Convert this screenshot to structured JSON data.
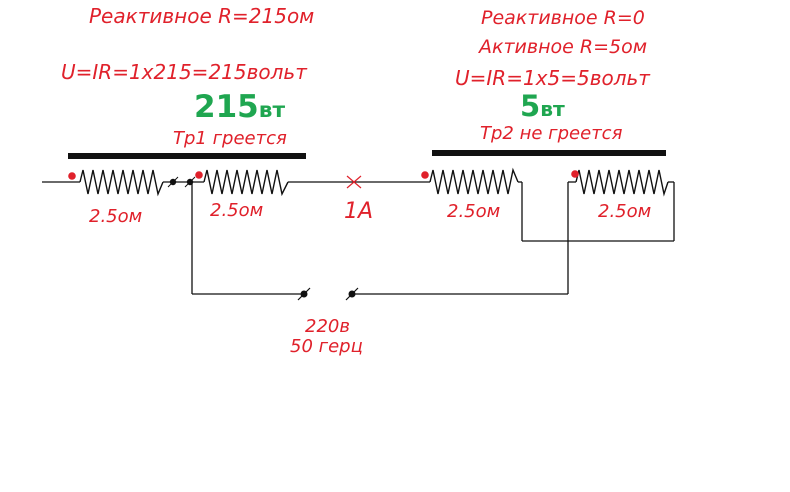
{
  "colors": {
    "accent_red": "#e0212b",
    "power_green": "#1fa650",
    "wire": "#111111",
    "terminal_dot": "#e0212b"
  },
  "left_transformer": {
    "reactive_text": "Реактивное R=215ом",
    "ohm_law_text": "U=IR=1x215=215вольт",
    "power_value": "215",
    "power_unit": "вт",
    "status_text": "Тр1  греется",
    "primary_resistance": "2.5ом",
    "secondary_resistance": "2.5ом"
  },
  "right_transformer": {
    "reactive_text": "Реактивное R=0",
    "active_text": "Активное R=5ом",
    "ohm_law_text": "U=IR=1x5=5вольт",
    "power_value": "5",
    "power_unit": "вт",
    "status_text": "Тр2 не греется",
    "primary_resistance": "2.5ом",
    "secondary_resistance": "2.5ом"
  },
  "circuit": {
    "current_label": "1А",
    "source_voltage": "220в",
    "source_frequency": "50 герц"
  }
}
